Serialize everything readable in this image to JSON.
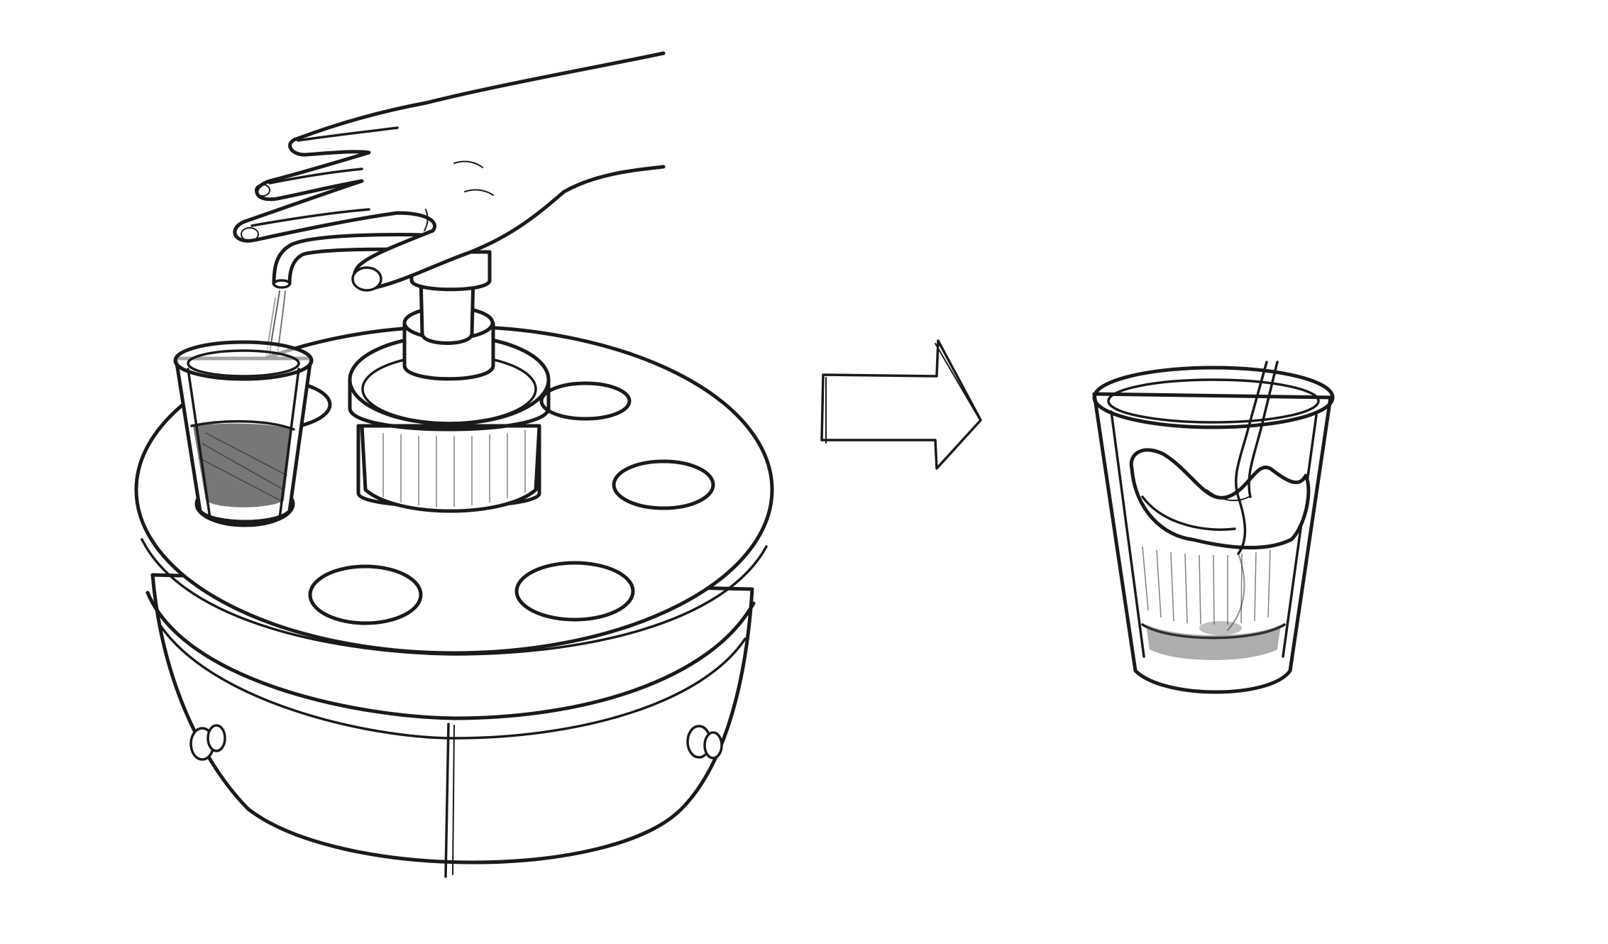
{
  "diagram": {
    "stage_count": 2,
    "connector": "right-arrow",
    "stages": [
      {
        "id": "pump-dispensing",
        "icons": [
          "hand-icon",
          "pump-dispenser-icon",
          "cup-holder-base-icon",
          "cup-icon"
        ]
      },
      {
        "id": "filled-cup",
        "icons": [
          "cup-icon",
          "stirring-straw-icon"
        ]
      }
    ]
  },
  "colors": {
    "ink": "#1a1a1a",
    "liquid": "#4a4a4a",
    "background": "#ffffff"
  }
}
